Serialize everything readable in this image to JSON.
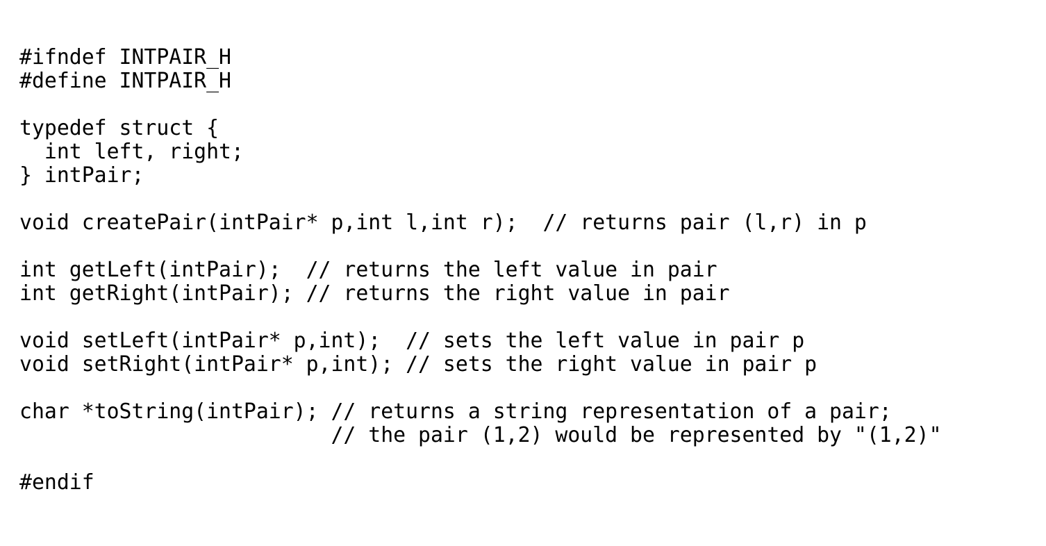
{
  "page": {
    "background_color": "#ffffff",
    "text_color": "#000000"
  },
  "code": {
    "lines": [
      "#ifndef INTPAIR_H",
      "#define INTPAIR_H",
      "",
      "typedef struct {",
      "  int left, right;",
      "} intPair;",
      "",
      "void createPair(intPair* p,int l,int r);  // returns pair (l,r) in p",
      "",
      "int getLeft(intPair);  // returns the left value in pair",
      "int getRight(intPair); // returns the right value in pair",
      "",
      "void setLeft(intPair* p,int);  // sets the left value in pair p",
      "void setRight(intPair* p,int); // sets the right value in pair p",
      "",
      "char *toString(intPair); // returns a string representation of a pair;",
      "                         // the pair (1,2) would be represented by \"(1,2)\"",
      "",
      "#endif"
    ]
  }
}
